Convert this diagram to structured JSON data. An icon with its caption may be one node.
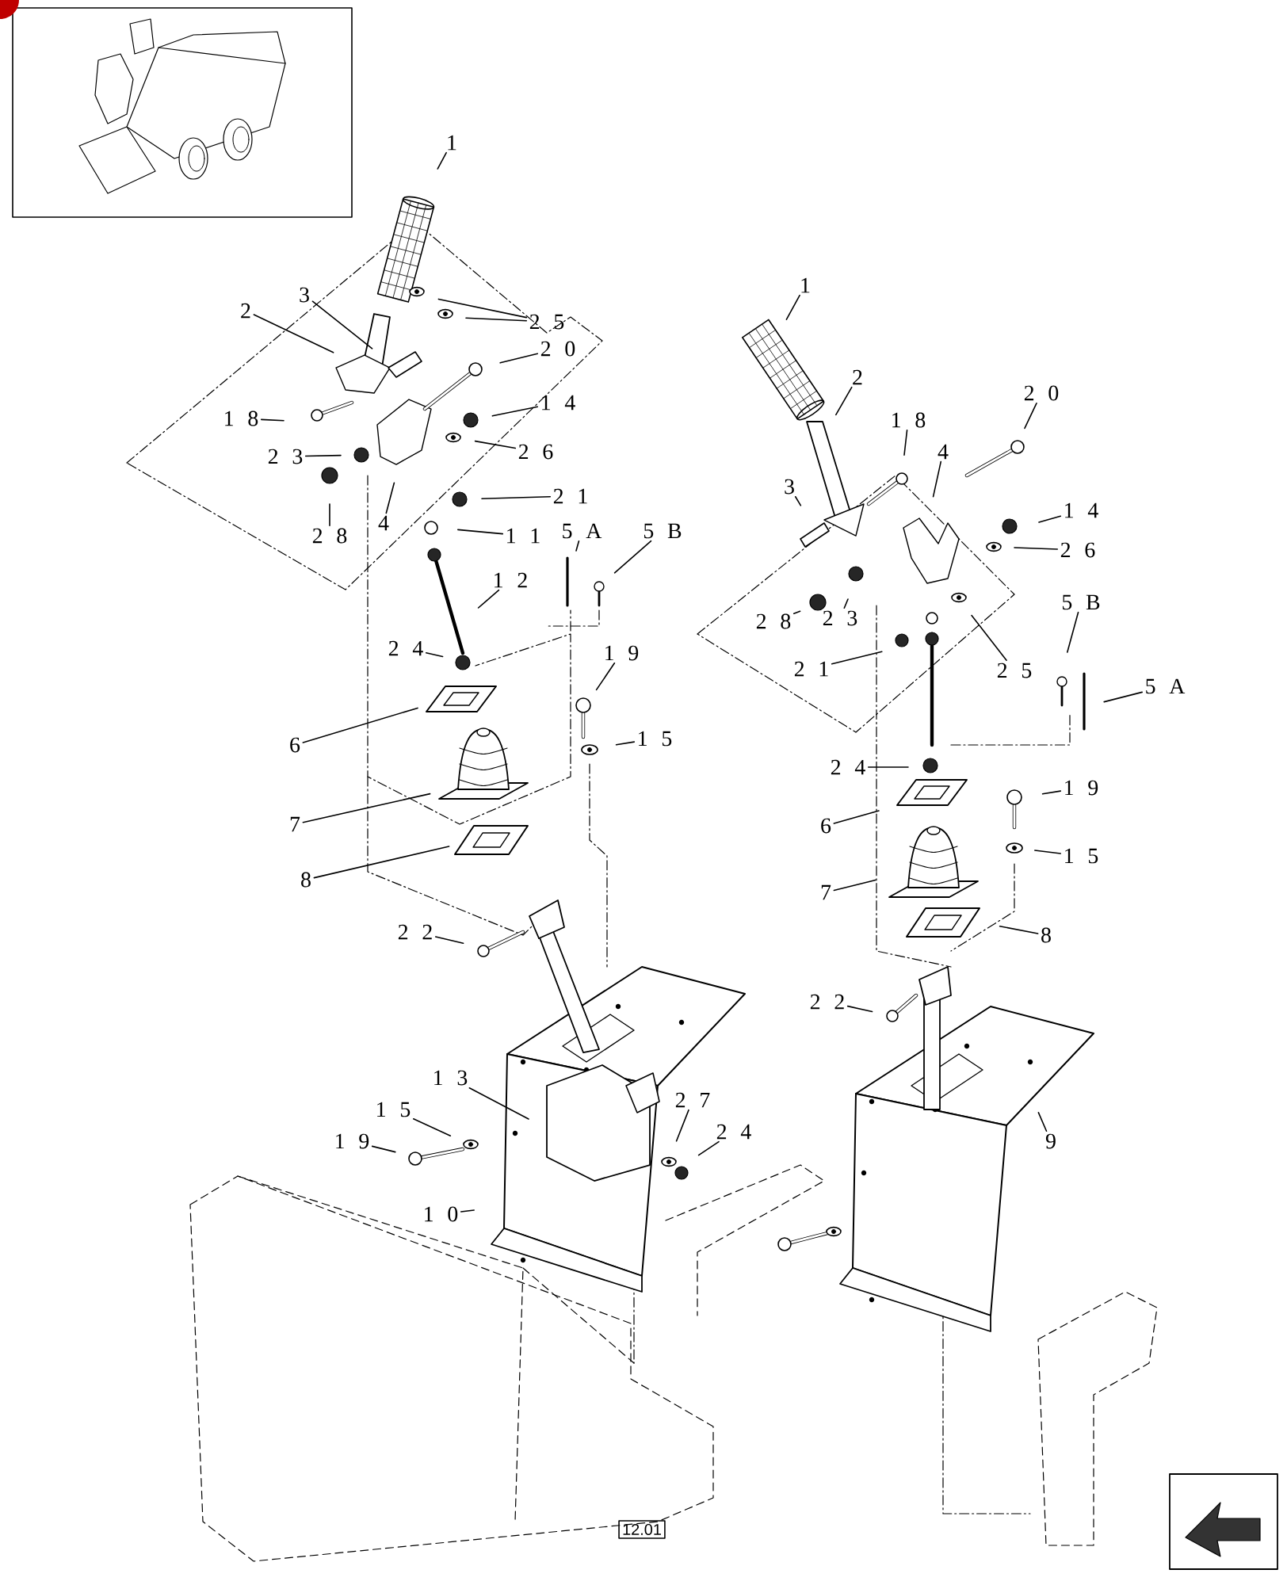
{
  "diagram": {
    "nodes": [
      {
        "text": [
          "1"
        ]
      },
      {
        "text": [
          "2"
        ]
      },
      {
        "text": [
          "3"
        ]
      },
      {
        "text": [
          "2 5"
        ]
      },
      {
        "text": [
          "2 0"
        ]
      },
      {
        "text": [
          "1 8"
        ]
      },
      {
        "text": [
          "1 4"
        ]
      },
      {
        "text": [
          "2 3"
        ]
      },
      {
        "text": [
          "2 6"
        ]
      },
      {
        "text": [
          "2 8"
        ]
      },
      {
        "text": [
          "4"
        ]
      },
      {
        "text": [
          "2 1"
        ]
      },
      {
        "text": [
          "1 1"
        ]
      },
      {
        "text": [
          "5 A"
        ]
      },
      {
        "text": [
          "5 B"
        ]
      },
      {
        "text": [
          "1 2"
        ]
      },
      {
        "text": [
          "2 4"
        ]
      },
      {
        "text": [
          "1 9"
        ]
      },
      {
        "text": [
          "6"
        ]
      },
      {
        "text": [
          "1 5"
        ]
      },
      {
        "text": [
          "7"
        ]
      },
      {
        "text": [
          "8"
        ]
      },
      {
        "text": [
          "2 2"
        ]
      },
      {
        "text": [
          "1 3"
        ]
      },
      {
        "text": [
          "2 7"
        ]
      },
      {
        "text": [
          "2 4"
        ]
      },
      {
        "text": [
          "1 5"
        ]
      },
      {
        "text": [
          "1 9"
        ]
      },
      {
        "text": [
          "1 0"
        ]
      },
      {
        "text": [
          "1"
        ]
      },
      {
        "text": [
          "2"
        ]
      },
      {
        "text": [
          "1 8"
        ]
      },
      {
        "text": [
          "2 0"
        ]
      },
      {
        "text": [
          "4"
        ]
      },
      {
        "text": [
          "3"
        ]
      },
      {
        "text": [
          "1 4"
        ]
      },
      {
        "text": [
          "2 6"
        ]
      },
      {
        "text": [
          "2 8"
        ]
      },
      {
        "text": [
          "2 3"
        ]
      },
      {
        "text": [
          "2 1"
        ]
      },
      {
        "text": [
          "2 5"
        ]
      },
      {
        "text": [
          "5 B"
        ]
      },
      {
        "text": [
          "5 A"
        ]
      },
      {
        "text": [
          "2 4"
        ]
      },
      {
        "text": [
          "1 9"
        ]
      },
      {
        "text": [
          "6"
        ]
      },
      {
        "text": [
          "1 5"
        ]
      },
      {
        "text": [
          "7"
        ]
      },
      {
        "text": [
          "8"
        ]
      },
      {
        "text": [
          "2 2"
        ]
      },
      {
        "text": [
          "9"
        ]
      },
      {
        "text": [
          "12.01"
        ]
      }
    ],
    "edges": [
      {
        "from": 0,
        "to": null,
        "arrow": "none"
      },
      {
        "from": 1,
        "to": null,
        "arrow": "none"
      },
      {
        "from": 2,
        "to": null,
        "arrow": "none"
      },
      {
        "from": 3,
        "to": null,
        "arrow": "none"
      },
      {
        "from": 3,
        "to": null,
        "arrow": "none"
      },
      {
        "from": 4,
        "to": null,
        "arrow": "none"
      },
      {
        "from": 5,
        "to": null,
        "arrow": "none"
      },
      {
        "from": 6,
        "to": null,
        "arrow": "none"
      },
      {
        "from": 7,
        "to": null,
        "arrow": "none"
      },
      {
        "from": 8,
        "to": null,
        "arrow": "none"
      },
      {
        "from": 9,
        "to": null,
        "arrow": "none"
      },
      {
        "from": 10,
        "to": null,
        "arrow": "none"
      },
      {
        "from": 11,
        "to": null,
        "arrow": "none"
      },
      {
        "from": 12,
        "to": null,
        "arrow": "none"
      },
      {
        "from": 13,
        "to": null,
        "arrow": "none"
      },
      {
        "from": 14,
        "to": null,
        "arrow": "none"
      },
      {
        "from": 15,
        "to": null,
        "arrow": "none"
      },
      {
        "from": 16,
        "to": null,
        "arrow": "none"
      },
      {
        "from": 17,
        "to": null,
        "arrow": "none"
      },
      {
        "from": 18,
        "to": null,
        "arrow": "none"
      },
      {
        "from": 19,
        "to": null,
        "arrow": "none"
      },
      {
        "from": 20,
        "to": null,
        "arrow": "none"
      },
      {
        "from": 21,
        "to": null,
        "arrow": "none"
      },
      {
        "from": 22,
        "to": null,
        "arrow": "none"
      },
      {
        "from": 23,
        "to": null,
        "arrow": "none"
      },
      {
        "from": 24,
        "to": null,
        "arrow": "none"
      },
      {
        "from": 25,
        "to": null,
        "arrow": "none"
      },
      {
        "from": 26,
        "to": null,
        "arrow": "none"
      },
      {
        "from": 27,
        "to": null,
        "arrow": "none"
      },
      {
        "from": 28,
        "to": null,
        "arrow": "none"
      },
      {
        "from": 29,
        "to": null,
        "arrow": "none"
      },
      {
        "from": 30,
        "to": null,
        "arrow": "none"
      },
      {
        "from": 31,
        "to": null,
        "arrow": "none"
      },
      {
        "from": 32,
        "to": null,
        "arrow": "none"
      },
      {
        "from": 33,
        "to": null,
        "arrow": "none"
      },
      {
        "from": 34,
        "to": null,
        "arrow": "none"
      },
      {
        "from": 35,
        "to": null,
        "arrow": "none"
      },
      {
        "from": 36,
        "to": null,
        "arrow": "none"
      },
      {
        "from": 37,
        "to": null,
        "arrow": "none"
      },
      {
        "from": 38,
        "to": null,
        "arrow": "none"
      },
      {
        "from": 39,
        "to": null,
        "arrow": "none"
      },
      {
        "from": 40,
        "to": null,
        "arrow": "none"
      },
      {
        "from": 41,
        "to": null,
        "arrow": "none"
      },
      {
        "from": 42,
        "to": null,
        "arrow": "none"
      },
      {
        "from": 43,
        "to": null,
        "arrow": "none"
      },
      {
        "from": 44,
        "to": null,
        "arrow": "none"
      },
      {
        "from": 45,
        "to": null,
        "arrow": "none"
      },
      {
        "from": 46,
        "to": null,
        "arrow": "none"
      },
      {
        "from": 47,
        "to": null,
        "arrow": "none"
      },
      {
        "from": 48,
        "to": null,
        "arrow": "none"
      },
      {
        "from": 49,
        "to": null,
        "arrow": "none"
      },
      {
        "from": 50,
        "to": null,
        "arrow": "none"
      }
    ]
  }
}
